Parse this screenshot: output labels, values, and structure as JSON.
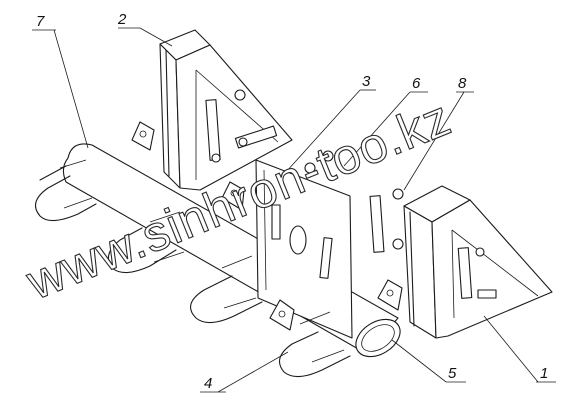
{
  "callouts": [
    {
      "id": "7",
      "label": "7"
    },
    {
      "id": "2",
      "label": "2"
    },
    {
      "id": "3",
      "label": "3"
    },
    {
      "id": "6",
      "label": "6"
    },
    {
      "id": "8",
      "label": "8"
    },
    {
      "id": "4",
      "label": "4"
    },
    {
      "id": "5",
      "label": "5"
    },
    {
      "id": "1",
      "label": "1"
    }
  ],
  "watermark": "www.sinhron-too.kz"
}
